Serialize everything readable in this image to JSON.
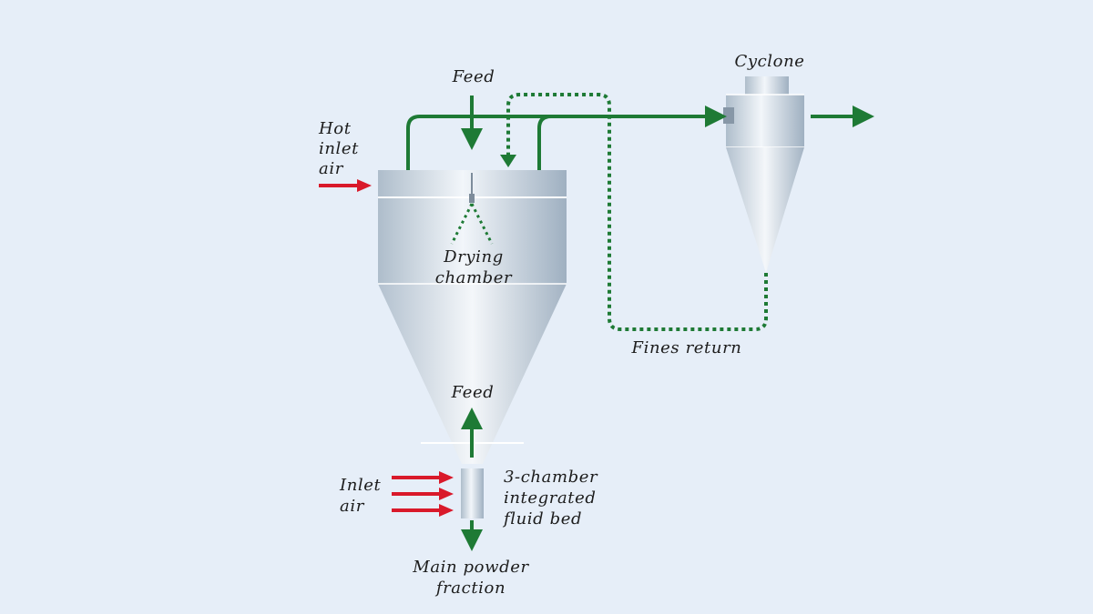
{
  "diagram": {
    "labels": {
      "feed_top": "Feed",
      "cyclone": "Cyclone",
      "hot_inlet_air_1": "Hot",
      "hot_inlet_air_2": "inlet",
      "hot_inlet_air_3": "air",
      "drying_chamber_1": "Drying",
      "drying_chamber_2": "chamber",
      "fines_return": "Fines return",
      "feed_bottom": "Feed",
      "inlet_air_1": "Inlet",
      "inlet_air_2": "air",
      "fluid_bed_1": "3-chamber",
      "fluid_bed_2": "integrated",
      "fluid_bed_3": "fluid bed",
      "main_powder_1": "Main powder",
      "main_powder_2": "fraction"
    },
    "colors": {
      "background": "#e6eef8",
      "flow_green": "#1e7a35",
      "air_red": "#d9192a",
      "vessel_light": "#edf2f7",
      "vessel_dark": "#a9b8c7"
    }
  }
}
